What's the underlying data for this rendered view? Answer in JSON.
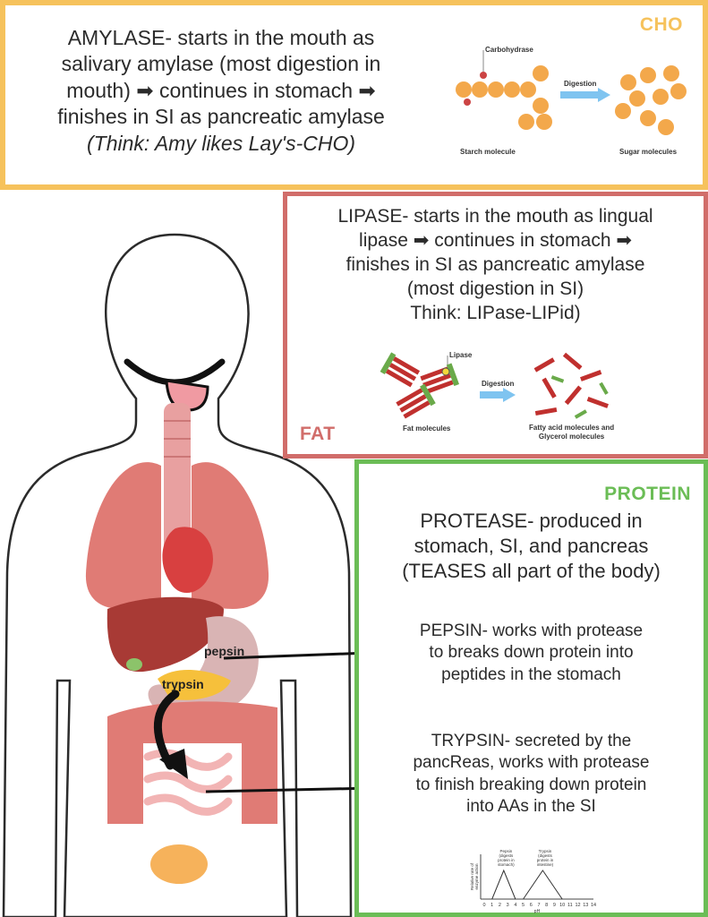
{
  "cho": {
    "tag": "CHO",
    "line1": "AMYLASE- starts in the mouth as",
    "line2": "salivary amylase (most digestion in",
    "line3_a": "mouth)",
    "line3_b": "continues in  stomach",
    "line4": "finishes in SI as pancreatic amylase",
    "line5": "(Think: Amy likes Lay's-CHO)",
    "diagram": {
      "enzyme_label": "Carbohydrase",
      "arrow_label": "Digestion",
      "left_caption": "Starch molecule",
      "right_caption": "Sugar molecules"
    }
  },
  "fat": {
    "tag": "FAT",
    "line1": "LIPASE- starts in the mouth as lingual",
    "line2_a": "lipase",
    "line2_b": "continues in  stomach",
    "line3": "finishes in SI as pancreatic amylase",
    "line4": "(most digestion in SI)",
    "line5": "Think: LIPase-LIPid)",
    "diagram": {
      "enzyme_label": "Lipase",
      "arrow_label": "Digestion",
      "left_caption": "Fat molecules",
      "right_caption_1": "Fatty acid molecules and",
      "right_caption_2": "Glycerol molecules"
    }
  },
  "protein": {
    "tag": "PROTEIN",
    "p1": [
      "PROTEASE- produced in",
      "stomach, SI, and pancreas",
      "(TEASES all part of the body)"
    ],
    "p2": [
      "PEPSIN- works with protease",
      "to breaks down protein into",
      "peptides in the stomach"
    ],
    "p3": [
      "TRYPSIN- secreted by the",
      "pancReas, works with protease",
      "to finish breaking down protein",
      "into AAs in the SI"
    ],
    "graph": {
      "ylabel_1": "Relative rate of",
      "ylabel_2": "enzyme action",
      "peak1_label": [
        "Pepsin",
        "(digests",
        "protein in",
        "stomach)"
      ],
      "peak2_label": [
        "Trypsin",
        "(digests",
        "protein in",
        "intestine)"
      ],
      "xlabel": "pH",
      "ticks": [
        "0",
        "1",
        "2",
        "3",
        "4",
        "5",
        "6",
        "7",
        "8",
        "9",
        "10",
        "11",
        "12",
        "13",
        "14"
      ]
    }
  },
  "body": {
    "pepsin_label": "pepsin",
    "trypsin_label": "trypsin"
  },
  "colors": {
    "cho": "#f6c25c",
    "fat": "#d16d6a",
    "protein": "#6bbd56",
    "organ_red": "#e07b75",
    "starch": "#f3a84b"
  }
}
